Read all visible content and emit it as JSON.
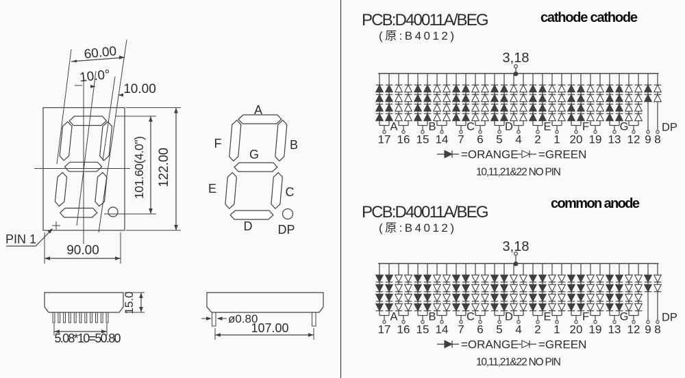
{
  "ink": "#404040",
  "paper": "#fafaf8",
  "mechanical": {
    "front_view": {
      "dim_top_width": "60.00",
      "dim_angle": "10.0°",
      "dim_seg_width": "10.00",
      "dim_digit_height": "101.60(4.0\")",
      "dim_body_height": "122.00",
      "dim_bottom_width": "90.00",
      "pin1_label": "PIN 1"
    },
    "segment_map": {
      "a": "A",
      "b": "B",
      "c": "C",
      "d": "D",
      "e": "E",
      "f": "F",
      "g": "G",
      "dp": "DP"
    },
    "front_side_view": {
      "dim_thickness": "15.0",
      "dim_pin_pitch": "5.08*10=50.80"
    },
    "long_side_view": {
      "dim_pin_diameter": "ø0.80",
      "dim_pin_span": "107.00"
    }
  },
  "circuits": [
    {
      "pcb_label": "PCB:D40011A/BEG",
      "pcb_original_label": "(原:B4012)",
      "connection_label": "cathode cathode",
      "common_pins_label": "3,18",
      "diode_direction": "up",
      "segment_groups": [
        {
          "segment": "A",
          "orange_pin": "17",
          "green_pin": "16",
          "diodes_per_column": 4,
          "columns_per_pin": 2
        },
        {
          "segment": "B",
          "orange_pin": "15",
          "green_pin": "14",
          "diodes_per_column": 4,
          "columns_per_pin": 2
        },
        {
          "segment": "C",
          "orange_pin": "7",
          "green_pin": "6",
          "diodes_per_column": 4,
          "columns_per_pin": 2
        },
        {
          "segment": "D",
          "orange_pin": "5",
          "green_pin": "4",
          "diodes_per_column": 4,
          "columns_per_pin": 2
        },
        {
          "segment": "E",
          "orange_pin": "2",
          "green_pin": "1",
          "diodes_per_column": 4,
          "columns_per_pin": 2
        },
        {
          "segment": "F",
          "orange_pin": "20",
          "green_pin": "19",
          "diodes_per_column": 4,
          "columns_per_pin": 2
        },
        {
          "segment": "G",
          "orange_pin": "13",
          "green_pin": "12",
          "diodes_per_column": 4,
          "columns_per_pin": 2
        },
        {
          "segment": "DP",
          "orange_pin": "9",
          "green_pin": "8",
          "diodes_per_column": 2,
          "columns_per_pin": 1
        }
      ],
      "legend": {
        "orange": "=ORANGE",
        "green": "=GREEN",
        "note": "10,11,21&22 NO PIN"
      }
    },
    {
      "pcb_label": "PCB:D40011A/BEG",
      "pcb_original_label": "(原:B4012)",
      "connection_label": "common anode",
      "common_pins_label": "3,18",
      "diode_direction": "down",
      "segment_groups": [
        {
          "segment": "A",
          "orange_pin": "17",
          "green_pin": "16",
          "diodes_per_column": 4,
          "columns_per_pin": 2
        },
        {
          "segment": "B",
          "orange_pin": "15",
          "green_pin": "14",
          "diodes_per_column": 4,
          "columns_per_pin": 2
        },
        {
          "segment": "C",
          "orange_pin": "7",
          "green_pin": "6",
          "diodes_per_column": 4,
          "columns_per_pin": 2
        },
        {
          "segment": "D",
          "orange_pin": "5",
          "green_pin": "4",
          "diodes_per_column": 4,
          "columns_per_pin": 2
        },
        {
          "segment": "E",
          "orange_pin": "2",
          "green_pin": "1",
          "diodes_per_column": 4,
          "columns_per_pin": 2
        },
        {
          "segment": "F",
          "orange_pin": "20",
          "green_pin": "19",
          "diodes_per_column": 4,
          "columns_per_pin": 2
        },
        {
          "segment": "G",
          "orange_pin": "13",
          "green_pin": "12",
          "diodes_per_column": 4,
          "columns_per_pin": 2
        },
        {
          "segment": "DP",
          "orange_pin": "9",
          "green_pin": "8",
          "diodes_per_column": 2,
          "columns_per_pin": 1
        }
      ],
      "legend": {
        "orange": "=ORANGE",
        "green": "=GREEN",
        "note": "10,11,21&22 NO PIN"
      }
    }
  ]
}
